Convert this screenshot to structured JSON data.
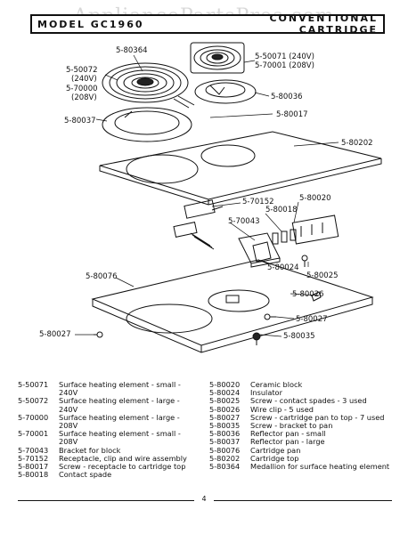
{
  "watermark": "AppliancePartsPros.com",
  "header": {
    "model_label": "MODEL GC1960",
    "title": "CONVENTIONAL CARTRIDGE"
  },
  "callouts": {
    "c80364": "5-80364",
    "c50072": "5-50072",
    "c240v": "(240V)",
    "c70000": "5-70000",
    "c208v": "(208V)",
    "c50071": "5-50071  (240V)",
    "c70001": "5-70001  (208V)",
    "c80036": "5-80036",
    "c80037": "5-80037",
    "c80017": "5-80017",
    "c80202": "5-80202",
    "c70152": "5-70152",
    "c80020": "5-80020",
    "c80018": "5-80018",
    "c70043": "5-70043",
    "c80024": "5-80024",
    "c80025": "5-80025",
    "c80076": "5-80076",
    "c80026": "5-80026",
    "c80027r": "5-80027",
    "c80027l": "5-80027",
    "c80035": "5-80035"
  },
  "legend_left": [
    {
      "pn": "5-50071",
      "desc": "Surface heating element - small - 240V"
    },
    {
      "pn": "5-50072",
      "desc": "Surface heating element - large - 240V"
    },
    {
      "pn": "5-70000",
      "desc": "Surface heating element - large - 208V"
    },
    {
      "pn": "5-70001",
      "desc": "Surface heating element - small - 208V"
    },
    {
      "pn": "5-70043",
      "desc": "Bracket for block"
    },
    {
      "pn": "5-70152",
      "desc": "Receptacle, clip and wire assembly"
    },
    {
      "pn": "5-80017",
      "desc": "Screw - receptacle to cartridge top"
    },
    {
      "pn": "5-80018",
      "desc": "Contact spade"
    }
  ],
  "legend_right": [
    {
      "pn": "5-80020",
      "desc": "Ceramic block"
    },
    {
      "pn": "5-80024",
      "desc": "Insulator"
    },
    {
      "pn": "5-80025",
      "desc": "Screw - contact spades - 3 used"
    },
    {
      "pn": "5-80026",
      "desc": "Wire clip - 5 used"
    },
    {
      "pn": "5-80027",
      "desc": "Screw - cartridge pan to top - 7 used"
    },
    {
      "pn": "5-80035",
      "desc": "Screw - bracket to pan"
    },
    {
      "pn": "5-80036",
      "desc": "Reflector pan - small"
    },
    {
      "pn": "5-80037",
      "desc": "Reflector pan - large"
    },
    {
      "pn": "5-80076",
      "desc": "Cartridge pan"
    },
    {
      "pn": "5-80202",
      "desc": "Cartridge top"
    },
    {
      "pn": "5-80364",
      "desc": "Medallion for surface heating element"
    }
  ],
  "page_number": "4"
}
